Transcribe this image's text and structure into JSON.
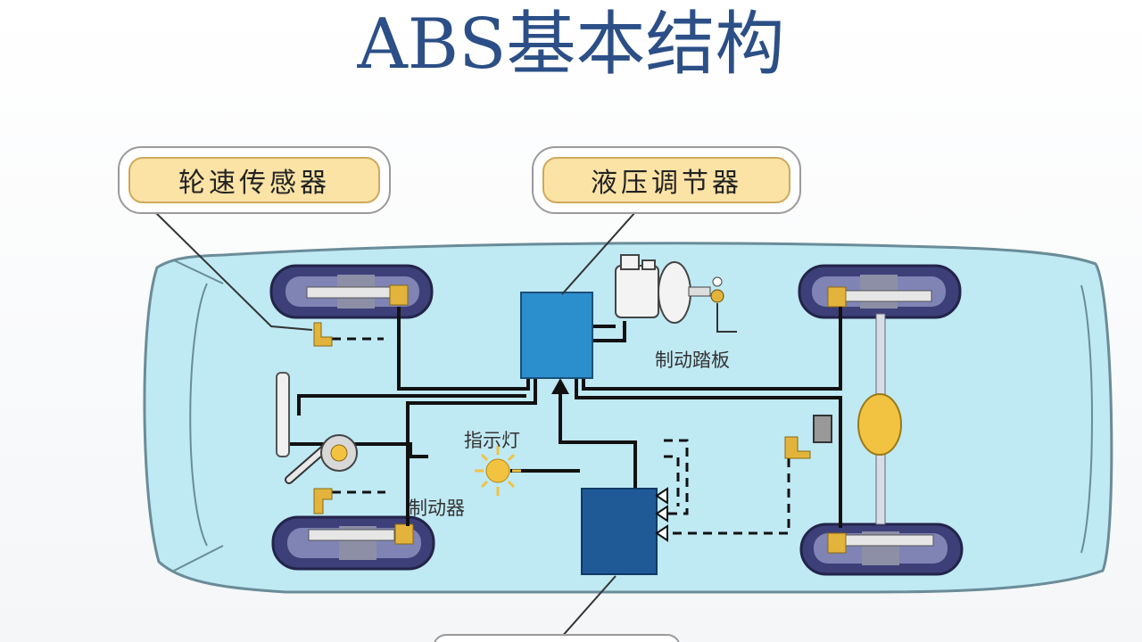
{
  "title": "ABS基本结构",
  "callouts": {
    "wheel_speed_sensor": "轮速传感器",
    "hydraulic_modulator": "液压调节器"
  },
  "labels": {
    "brake_pedal": "制动踏板",
    "indicator_light": "指示灯",
    "brake": "制动器"
  },
  "colors": {
    "title": "#2b4f86",
    "car_body": "#bfe9f3",
    "hydraulic_unit": "#2b8fce",
    "ecu": "#1f5a96",
    "sensor": "#e3b43c",
    "callout_fill": "#fbe3a6"
  }
}
